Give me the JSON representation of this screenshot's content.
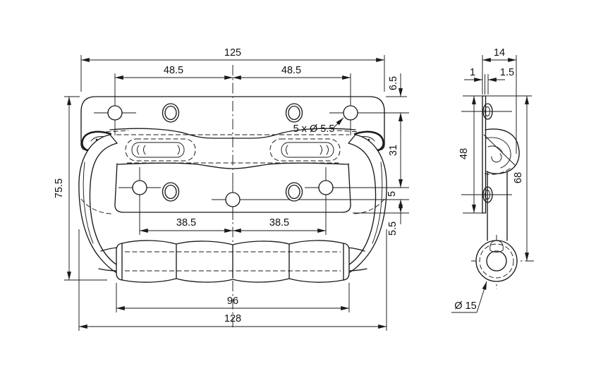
{
  "front_view": {
    "dim_overall_top": "125",
    "dim_top_hole_left": "48.5",
    "dim_top_hole_right": "48.5",
    "dim_edge_offset": "6.5",
    "dim_row_spacing": "31",
    "dim_center_hole_offset": "5",
    "dim_bottom_offset": "5.5",
    "dim_bottom_hole_left": "38.5",
    "dim_bottom_hole_right": "38.5",
    "dim_grip_length": "96",
    "dim_overall_bottom": "128",
    "dim_height": "75.5",
    "note_holes": "5 x Ø 5.5"
  },
  "side_view": {
    "dim_depth": "14",
    "dim_plate_thickness": "1",
    "dim_lip": "1.5",
    "dim_plate_height": "48",
    "dim_overall_height": "68",
    "note_grip_diameter": "Ø 15"
  }
}
